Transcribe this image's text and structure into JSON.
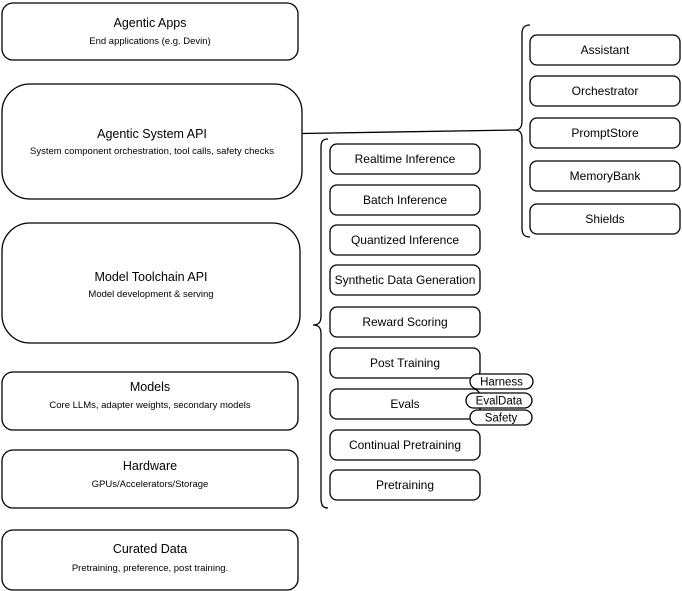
{
  "diagram": {
    "background": "#ffffff",
    "stroke_color": "#000000",
    "text_color": "#000000",
    "stack": [
      {
        "title": "Agentic Apps",
        "subtitle": "End applications (e.g. Devin)"
      },
      {
        "title": "Agentic System API",
        "subtitle": "System component orchestration, tool calls, safety checks"
      },
      {
        "title": "Model Toolchain API",
        "subtitle": "Model development & serving"
      },
      {
        "title": "Models",
        "subtitle": "Core LLMs, adapter weights, secondary models"
      },
      {
        "title": "Hardware",
        "subtitle": "GPUs/Accelerators/Storage"
      },
      {
        "title": "Curated Data",
        "subtitle": "Pretraining, preference, post training."
      }
    ],
    "toolchain_api_items": [
      "Realtime Inference",
      "Batch Inference",
      "Quantized Inference",
      "Synthetic Data Generation",
      "Reward Scoring",
      "Post Training",
      "Evals",
      "Continual Pretraining",
      "Pretraining"
    ],
    "evals_tags": [
      "Harness",
      "EvalData",
      "Safety"
    ],
    "system_api_components": [
      "Assistant",
      "Orchestrator",
      "PromptStore",
      "MemoryBank",
      "Shields"
    ]
  }
}
